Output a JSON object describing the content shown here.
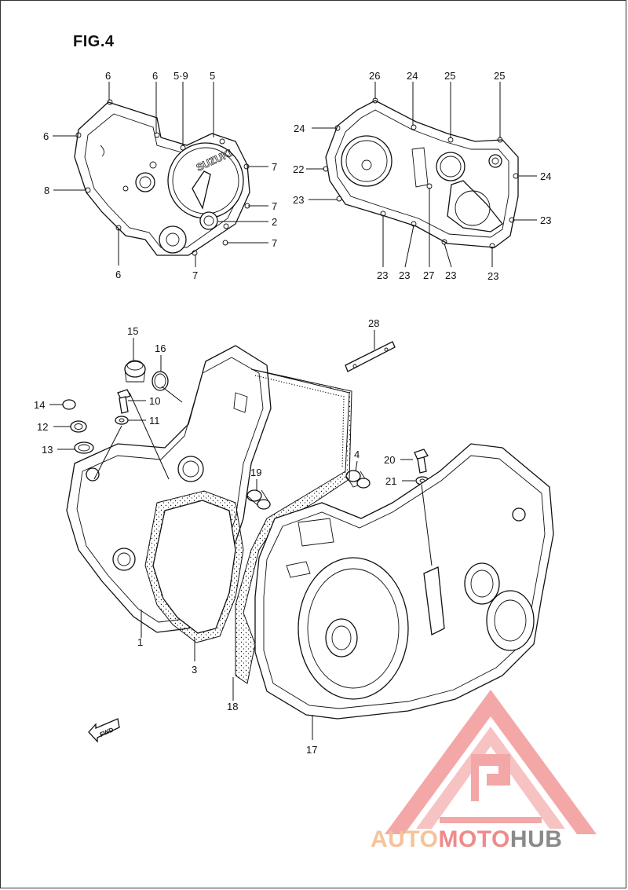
{
  "figure": {
    "title": "FIG.4"
  },
  "fwd_arrow": {
    "label": "FWD"
  },
  "callouts": [
    {
      "id": "c6a",
      "text": "6"
    },
    {
      "id": "c6b",
      "text": "6"
    },
    {
      "id": "c59",
      "text": "5·9"
    },
    {
      "id": "c5",
      "text": "5"
    },
    {
      "id": "c6c",
      "text": "6"
    },
    {
      "id": "c7a",
      "text": "7"
    },
    {
      "id": "c8",
      "text": "8"
    },
    {
      "id": "c7b",
      "text": "7"
    },
    {
      "id": "c2",
      "text": "2"
    },
    {
      "id": "c7c",
      "text": "7"
    },
    {
      "id": "c6d",
      "text": "6"
    },
    {
      "id": "c7d",
      "text": "7"
    },
    {
      "id": "c26",
      "text": "26"
    },
    {
      "id": "c24a",
      "text": "24"
    },
    {
      "id": "c25a",
      "text": "25"
    },
    {
      "id": "c25b",
      "text": "25"
    },
    {
      "id": "c24b",
      "text": "24"
    },
    {
      "id": "c22",
      "text": "22"
    },
    {
      "id": "c24c",
      "text": "24"
    },
    {
      "id": "c23a",
      "text": "23"
    },
    {
      "id": "c23b",
      "text": "23"
    },
    {
      "id": "c23c",
      "text": "23"
    },
    {
      "id": "c23d",
      "text": "23"
    },
    {
      "id": "c27",
      "text": "27"
    },
    {
      "id": "c23e",
      "text": "23"
    },
    {
      "id": "c23f",
      "text": "23"
    },
    {
      "id": "c28",
      "text": "28"
    },
    {
      "id": "c15",
      "text": "15"
    },
    {
      "id": "c16",
      "text": "16"
    },
    {
      "id": "c14",
      "text": "14"
    },
    {
      "id": "c10",
      "text": "10"
    },
    {
      "id": "c11",
      "text": "11"
    },
    {
      "id": "c12",
      "text": "12"
    },
    {
      "id": "c13",
      "text": "13"
    },
    {
      "id": "c4",
      "text": "4"
    },
    {
      "id": "c19",
      "text": "19"
    },
    {
      "id": "c20",
      "text": "20"
    },
    {
      "id": "c21",
      "text": "21"
    },
    {
      "id": "c1",
      "text": "1"
    },
    {
      "id": "c3",
      "text": "3"
    },
    {
      "id": "c18",
      "text": "18"
    },
    {
      "id": "c17",
      "text": "17"
    }
  ],
  "cover_brand": "SUZUKI",
  "watermark": {
    "part1": "AUTO",
    "part2": "MOTO",
    "part3": "HUB"
  },
  "colors": {
    "logo_orange": "#f5c39a",
    "logo_red": "#f08a8a",
    "logo_gray": "#8a8a8a",
    "line": "#111111"
  }
}
